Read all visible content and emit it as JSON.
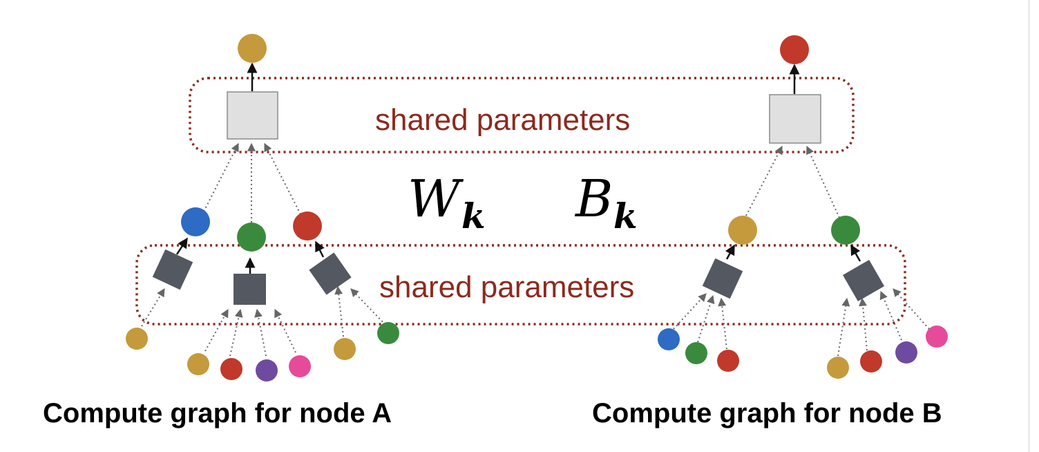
{
  "labels": {
    "shared_top": "shared parameters",
    "shared_bottom": "shared parameters",
    "weight_symbol": "W",
    "weight_subscript": "k",
    "bias_symbol": "B",
    "bias_subscript": "k",
    "caption_a": "Compute graph for node A",
    "caption_b": "Compute graph for node B"
  },
  "colors": {
    "gold": "#c49a3c",
    "red": "#c0392b",
    "blue": "#2d6bc4",
    "green": "#3a8a3d",
    "purple": "#6f4ba0",
    "pink": "#e64b9a",
    "dark_box": "#545860",
    "light_box": "#e0e0e0",
    "dotted_frame": "#8b2a1e"
  }
}
